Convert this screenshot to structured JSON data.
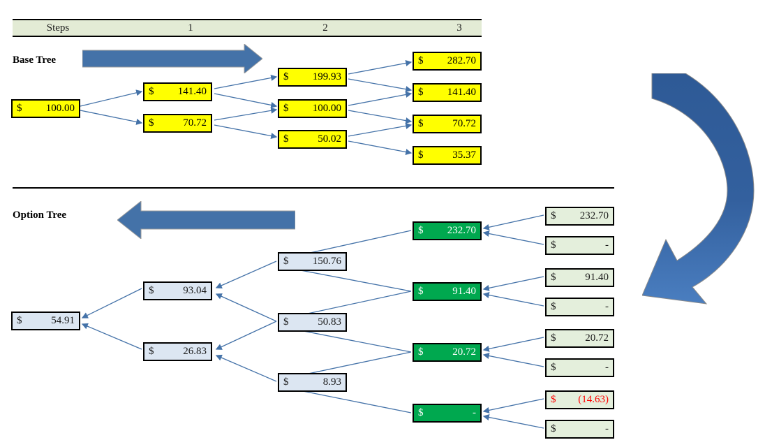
{
  "header": {
    "label": "Steps",
    "steps": [
      "1",
      "2",
      "3"
    ],
    "bg_color": "#e3ebd5"
  },
  "sections": {
    "base_title": "Base Tree",
    "option_title": "Option Tree"
  },
  "icons": {
    "flow_forward": "right-block-arrow",
    "flow_backward": "left-block-arrow",
    "recycle": "curved-back-arrow"
  },
  "colors": {
    "base_node": "#ffff00",
    "option_node": "#dce6f2",
    "terminal_node": "#00a84f",
    "payoff_node": "#e4efdc",
    "negative_text": "#ff0000",
    "connector": "#4472a8",
    "block_arrow": "#4472a8"
  },
  "currency": "$",
  "base_tree": {
    "step0": [
      {
        "cur": "$",
        "val": "100.00"
      }
    ],
    "step1": [
      {
        "cur": "$",
        "val": "141.40"
      },
      {
        "cur": "$",
        "val": "70.72"
      }
    ],
    "step2": [
      {
        "cur": "$",
        "val": "199.93"
      },
      {
        "cur": "$",
        "val": "100.00"
      },
      {
        "cur": "$",
        "val": "50.02"
      }
    ],
    "step3": [
      {
        "cur": "$",
        "val": "282.70"
      },
      {
        "cur": "$",
        "val": "141.40"
      },
      {
        "cur": "$",
        "val": "70.72"
      },
      {
        "cur": "$",
        "val": "35.37"
      }
    ]
  },
  "option_tree": {
    "step0": [
      {
        "cur": "$",
        "val": "54.91"
      }
    ],
    "step1": [
      {
        "cur": "$",
        "val": "93.04"
      },
      {
        "cur": "$",
        "val": "26.83"
      }
    ],
    "step2": [
      {
        "cur": "$",
        "val": "150.76"
      },
      {
        "cur": "$",
        "val": "50.83"
      },
      {
        "cur": "$",
        "val": "8.93"
      }
    ],
    "step3": [
      {
        "cur": "$",
        "val": "232.70"
      },
      {
        "cur": "$",
        "val": "91.40"
      },
      {
        "cur": "$",
        "val": "20.72"
      },
      {
        "cur": "$",
        "val": "-"
      }
    ],
    "payoffs": [
      {
        "cur": "$",
        "val": "232.70",
        "negative": false
      },
      {
        "cur": "$",
        "val": "-",
        "negative": false
      },
      {
        "cur": "$",
        "val": "91.40",
        "negative": false
      },
      {
        "cur": "$",
        "val": "-",
        "negative": false
      },
      {
        "cur": "$",
        "val": "20.72",
        "negative": false
      },
      {
        "cur": "$",
        "val": "-",
        "negative": false
      },
      {
        "cur": "$",
        "val": "(14.63)",
        "negative": true
      },
      {
        "cur": "$",
        "val": "-",
        "negative": false
      }
    ]
  }
}
